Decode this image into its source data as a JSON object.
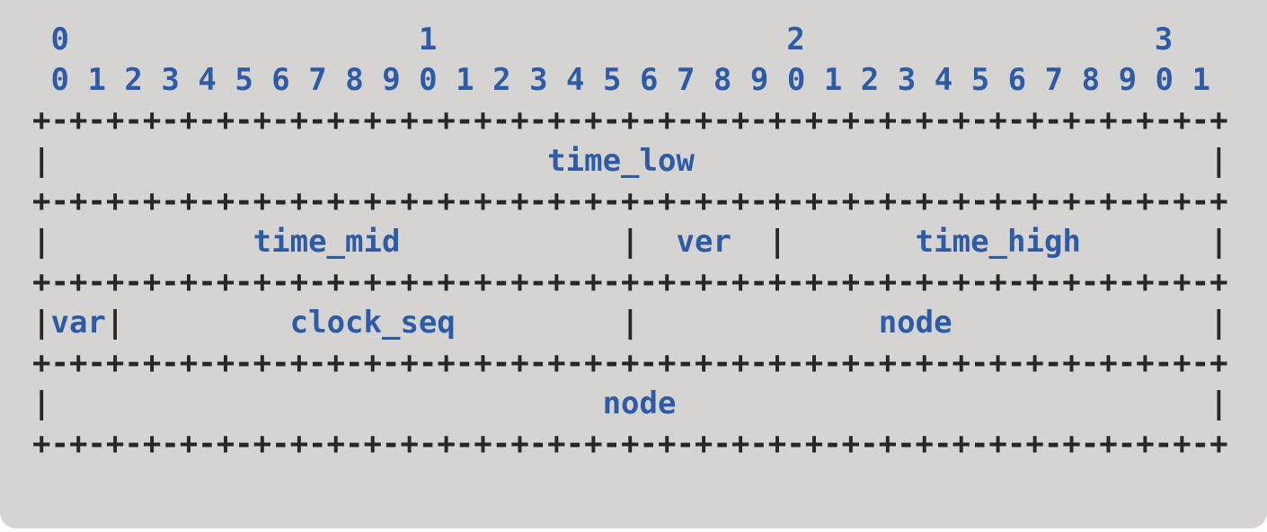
{
  "diagram": {
    "kind": "uuid-bit-layout-ascii",
    "bit_ruler": {
      "tens_digits": [
        "0",
        "1",
        "2",
        "3"
      ],
      "ones_digits": [
        "0",
        "1",
        "2",
        "3",
        "4",
        "5",
        "6",
        "7",
        "8",
        "9",
        "0",
        "1",
        "2",
        "3",
        "4",
        "5",
        "6",
        "7",
        "8",
        "9",
        "0",
        "1",
        "2",
        "3",
        "4",
        "5",
        "6",
        "7",
        "8",
        "9",
        "0",
        "1"
      ]
    },
    "field_rows": [
      [
        "time_low"
      ],
      [
        "time_mid",
        "ver",
        "time_high"
      ],
      [
        "var",
        "clock_seq",
        "node"
      ],
      [
        "node"
      ]
    ],
    "lines": [
      " 0                   1                   2                   3",
      " 0 1 2 3 4 5 6 7 8 9 0 1 2 3 4 5 6 7 8 9 0 1 2 3 4 5 6 7 8 9 0 1",
      "+-+-+-+-+-+-+-+-+-+-+-+-+-+-+-+-+-+-+-+-+-+-+-+-+-+-+-+-+-+-+-+-+",
      "|                           time_low                            |",
      "+-+-+-+-+-+-+-+-+-+-+-+-+-+-+-+-+-+-+-+-+-+-+-+-+-+-+-+-+-+-+-+-+",
      "|           time_mid            |  ver  |       time_high       |",
      "+-+-+-+-+-+-+-+-+-+-+-+-+-+-+-+-+-+-+-+-+-+-+-+-+-+-+-+-+-+-+-+-+",
      "|var|         clock_seq         |             node              |",
      "+-+-+-+-+-+-+-+-+-+-+-+-+-+-+-+-+-+-+-+-+-+-+-+-+-+-+-+-+-+-+-+-+",
      "|                              node                             |",
      "+-+-+-+-+-+-+-+-+-+-+-+-+-+-+-+-+-+-+-+-+-+-+-+-+-+-+-+-+-+-+-+-+"
    ],
    "colors": {
      "page_background": "#ffffff",
      "card_background": "#d5d4d2",
      "label_text": "#2e5ba6",
      "frame_text": "#272727"
    }
  }
}
